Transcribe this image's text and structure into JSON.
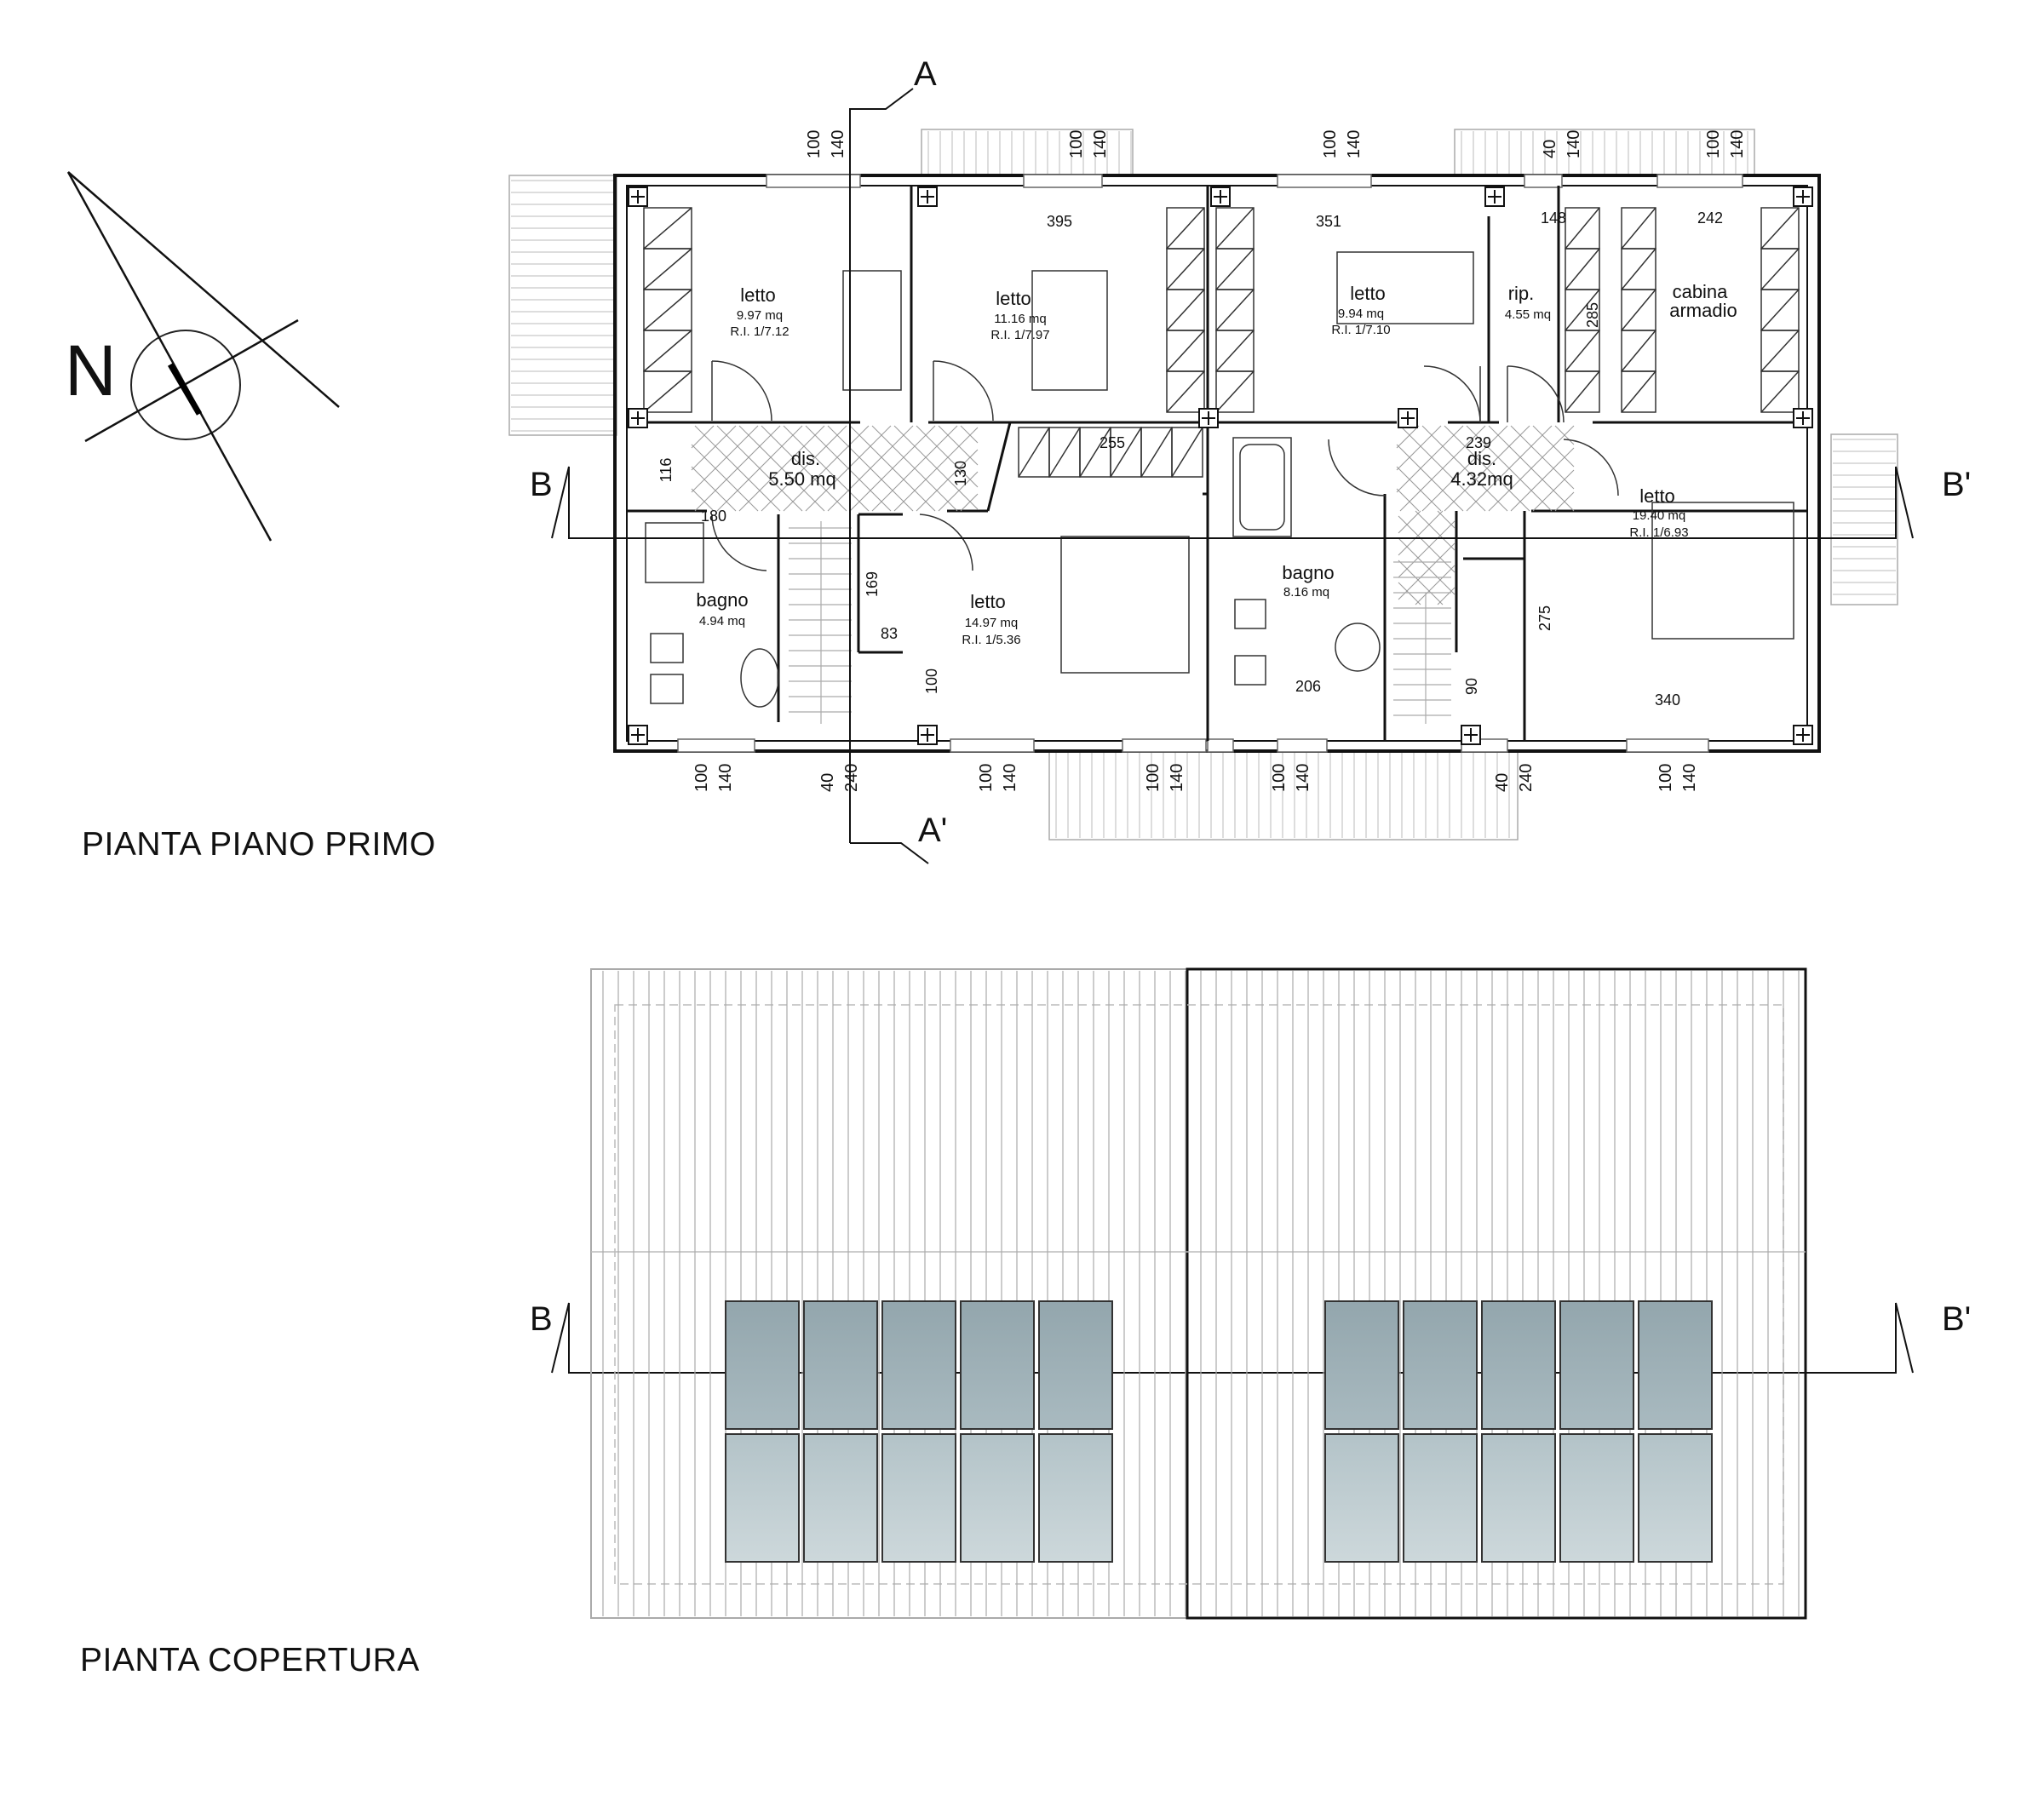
{
  "titles": {
    "floor_plan": "PIANTA PIANO PRIMO",
    "roof_plan": "PIANTA COPERTURA"
  },
  "north": {
    "label": "N"
  },
  "section_marks": {
    "a": "A",
    "a_prime": "A'",
    "b": "B",
    "b_prime": "B'"
  },
  "rooms": [
    {
      "id": "letto-1",
      "name": "letto",
      "area": "9.97 mq",
      "ri": "R.I. 1/7.12"
    },
    {
      "id": "letto-2",
      "name": "letto",
      "area": "11.16 mq",
      "ri": "R.I. 1/7.97"
    },
    {
      "id": "letto-3",
      "name": "letto",
      "area": "9.94 mq",
      "ri": "R.I. 1/7.10"
    },
    {
      "id": "rip",
      "name": "rip.",
      "area": "4.55 mq",
      "ri": ""
    },
    {
      "id": "cabina",
      "name": "cabina",
      "name2": "armadio",
      "area": "",
      "ri": ""
    },
    {
      "id": "dis-1",
      "name": "dis.",
      "area": "5.50 mq",
      "ri": ""
    },
    {
      "id": "dis-2",
      "name": "dis.",
      "area": "4.32mq",
      "ri": ""
    },
    {
      "id": "letto-4",
      "name": "letto",
      "area": "19.40 mq",
      "ri": "R.I. 1/6.93"
    },
    {
      "id": "bagno-1",
      "name": "bagno",
      "area": "4.94 mq",
      "ri": ""
    },
    {
      "id": "letto-5",
      "name": "letto",
      "area": "14.97 mq",
      "ri": "R.I. 1/5.36"
    },
    {
      "id": "bagno-2",
      "name": "bagno",
      "area": "8.16 mq",
      "ri": ""
    }
  ],
  "dimensions": {
    "top_pairs": [
      [
        "100",
        "140"
      ],
      [
        "100",
        "140"
      ],
      [
        "100",
        "140"
      ],
      [
        "40",
        "140"
      ],
      [
        "100",
        "140"
      ]
    ],
    "bottom_pairs": [
      [
        "100",
        "140"
      ],
      [
        "40",
        "240"
      ],
      [
        "100",
        "140"
      ],
      [
        "100",
        "140"
      ],
      [
        "100",
        "140"
      ],
      [
        "40",
        "240"
      ],
      [
        "100",
        "140"
      ]
    ],
    "inline": [
      "395",
      "351",
      "148",
      "242",
      "255",
      "239",
      "116",
      "130",
      "180",
      "169",
      "83",
      "100",
      "206",
      "90",
      "275",
      "285",
      "340"
    ]
  },
  "roof": {
    "panel_columns": 5,
    "panel_rows": 2
  }
}
